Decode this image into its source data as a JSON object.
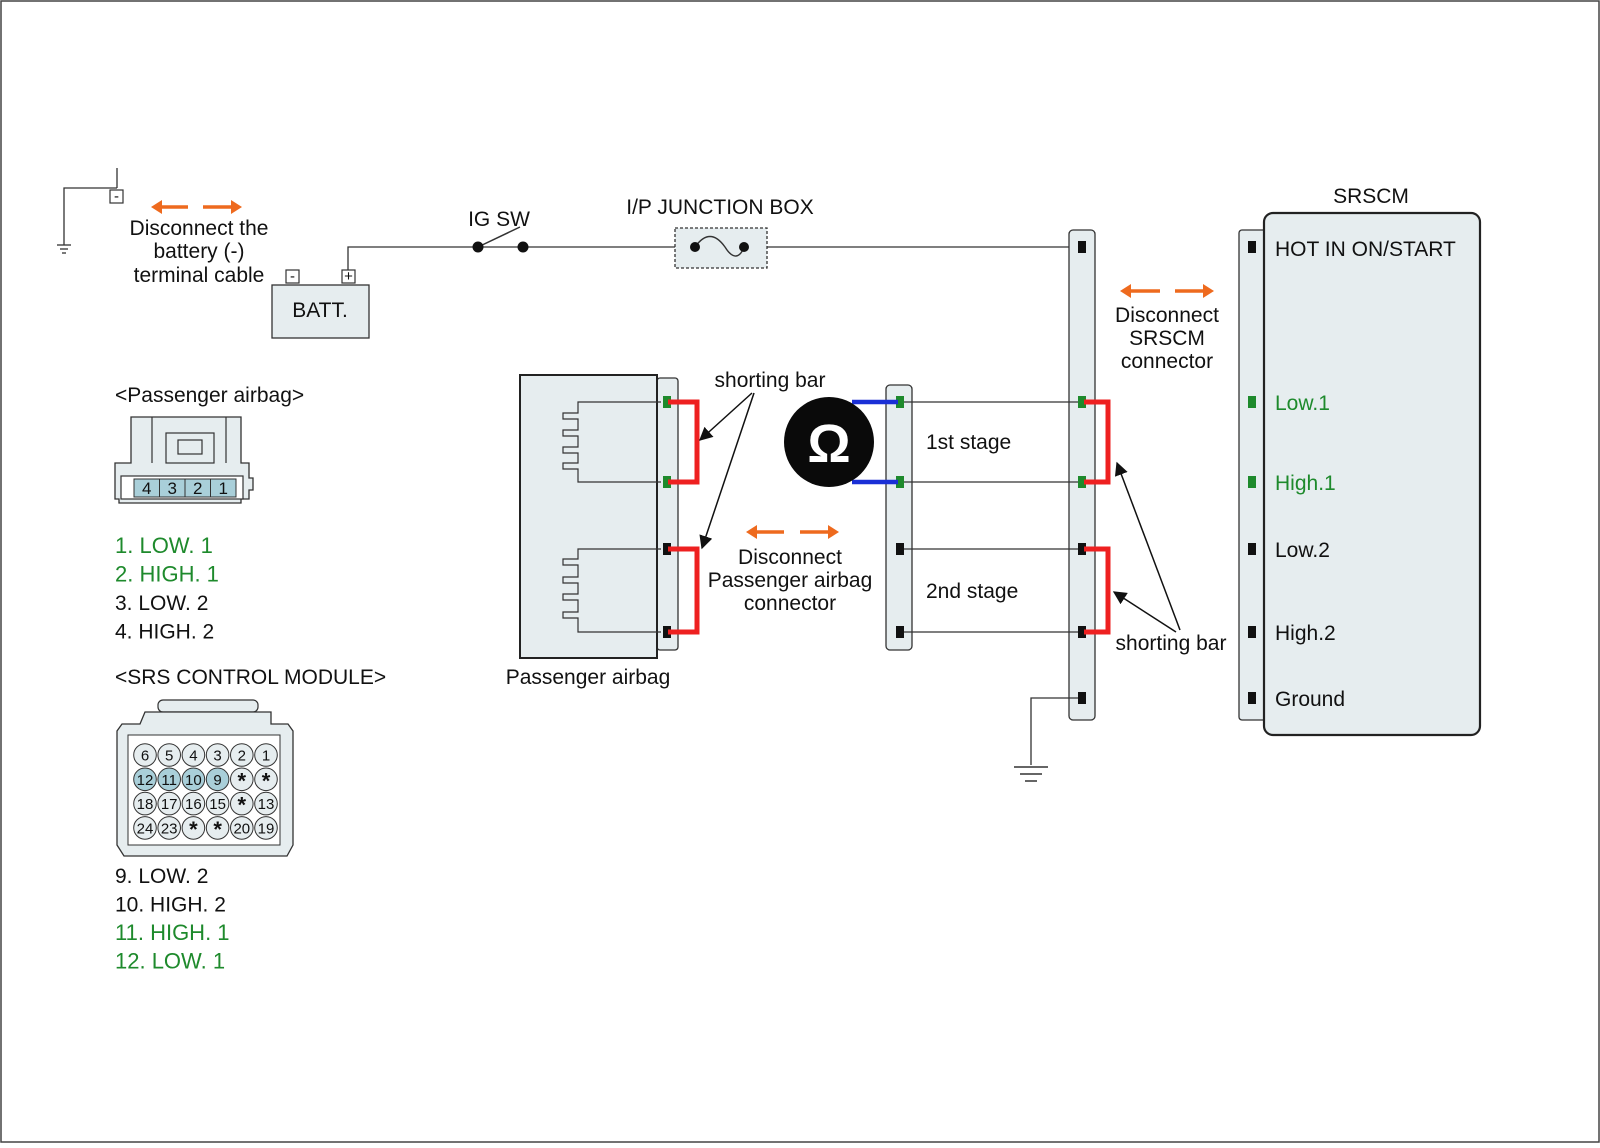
{
  "battery": {
    "label": "BATT.",
    "minus": "-",
    "plus": "+",
    "ground_minus": "-",
    "instruction": [
      "Disconnect the",
      "battery (-)",
      "terminal cable"
    ]
  },
  "ig_switch": {
    "label": "IG SW"
  },
  "junction_box": {
    "label": "I/P JUNCTION BOX"
  },
  "srscm": {
    "title": "SRSCM",
    "terminals": [
      {
        "label": "HOT IN ON/START",
        "highlight": false
      },
      {
        "label": "Low.1",
        "highlight": true
      },
      {
        "label": "High.1",
        "highlight": true
      },
      {
        "label": "Low.2",
        "highlight": false
      },
      {
        "label": "High.2",
        "highlight": false
      },
      {
        "label": "Ground",
        "highlight": false
      }
    ],
    "instruction": [
      "Disconnect",
      "SRSCM",
      "connector"
    ]
  },
  "passenger_airbag": {
    "label": "Passenger airbag",
    "instruction": [
      "Disconnect",
      "Passenger airbag",
      "connector"
    ]
  },
  "ohmmeter": {
    "symbol": "Ω"
  },
  "stages": {
    "first": "1st stage",
    "second": "2nd stage"
  },
  "shorting_bar_labels": {
    "left": "shorting bar",
    "right": "shorting bar"
  },
  "passenger_connector": {
    "title": "<Passenger airbag>",
    "pins": [
      "4",
      "3",
      "2",
      "1"
    ],
    "legend": [
      {
        "text": "1. LOW. 1",
        "highlight": true
      },
      {
        "text": "2. HIGH. 1",
        "highlight": true
      },
      {
        "text": "3. LOW. 2",
        "highlight": false
      },
      {
        "text": "4. HIGH. 2",
        "highlight": false
      }
    ]
  },
  "srs_module_connector": {
    "title": "<SRS CONTROL MODULE>",
    "rows": [
      [
        "6",
        "5",
        "4",
        "3",
        "2",
        "1"
      ],
      [
        "12",
        "11",
        "10",
        "9",
        "*",
        "*"
      ],
      [
        "18",
        "17",
        "16",
        "15",
        "*",
        "13"
      ],
      [
        "24",
        "23",
        "*",
        "*",
        "20",
        "19"
      ]
    ],
    "highlighted_pins": [
      "12",
      "11",
      "10",
      "9"
    ],
    "legend": [
      {
        "text": "9. LOW. 2",
        "highlight": false
      },
      {
        "text": "10. HIGH. 2",
        "highlight": false
      },
      {
        "text": "11. HIGH. 1",
        "highlight": true
      },
      {
        "text": "12. LOW. 1",
        "highlight": true
      }
    ]
  },
  "colors": {
    "highlight_text": "#1e8a2c",
    "disconnect_arrow": "#ee6a1e",
    "shorting_bar": "#ee2020",
    "meter_lead": "#1a2fd6",
    "connector_fill": "#e6edef",
    "pin_highlight": "#a9cfd9"
  }
}
